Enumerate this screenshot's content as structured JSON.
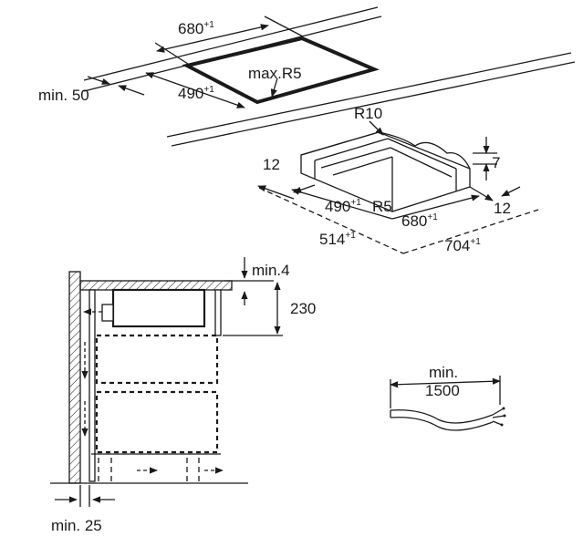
{
  "cutout_top": {
    "width_label": "680",
    "width_tol": "+1",
    "depth_label": "490",
    "depth_tol": "+1",
    "radius_label": "max.R5",
    "edge_min_label": "min. 50"
  },
  "cutout_profile": {
    "outer_radius_label": "R10",
    "inner_radius_label": "R5",
    "left_rim_label": "12",
    "right_rim_label": "12",
    "step_label": "7",
    "inner_depth_label": "490",
    "inner_depth_tol": "+1",
    "inner_width_label": "680",
    "inner_width_tol": "+1",
    "outer_depth_label": "514",
    "outer_depth_tol": "+1",
    "outer_width_label": "704",
    "outer_width_tol": "+1"
  },
  "side_section": {
    "gap_label": "min.4",
    "height_label": "230",
    "wall_gap_label": "min. 25"
  },
  "cable": {
    "length_label_line1": "min.",
    "length_label_line2": "1500"
  }
}
